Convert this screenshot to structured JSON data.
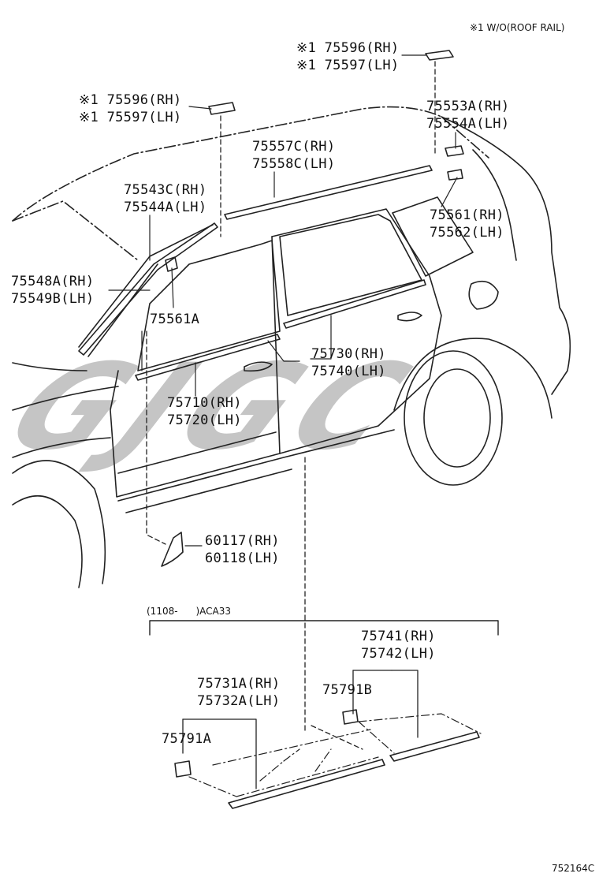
{
  "note": "※1 W/O(ROOF RAIL)",
  "figure_id": "752164C",
  "watermark": "GJGC",
  "range_label": "(1108-      )ACA33",
  "labels": {
    "l1": [
      "※1 75596(RH)",
      "※1 75597(LH)"
    ],
    "l2": [
      "※1 75596(RH)",
      "※1 75597(LH)"
    ],
    "l3": [
      "75553A(RH)",
      "75554A(LH)"
    ],
    "l4": [
      "75557C(RH)",
      "75558C(LH)"
    ],
    "l5": [
      "75543C(RH)",
      "75544A(LH)"
    ],
    "l6": [
      "75561(RH)",
      "75562(LH)"
    ],
    "l7": [
      "75548A(RH)",
      "75549B(LH)"
    ],
    "l8": [
      "75561A"
    ],
    "l9": [
      "75730(RH)",
      "75740(LH)"
    ],
    "l10": [
      "75710(RH)",
      "75720(LH)"
    ],
    "l11": [
      "60117(RH)",
      "60118(LH)"
    ],
    "l12": [
      "75741(RH)",
      "75742(LH)"
    ],
    "l13": [
      "75731A(RH)",
      "75732A(LH)"
    ],
    "l14": [
      "75791B"
    ],
    "l15": [
      "75791A"
    ]
  }
}
